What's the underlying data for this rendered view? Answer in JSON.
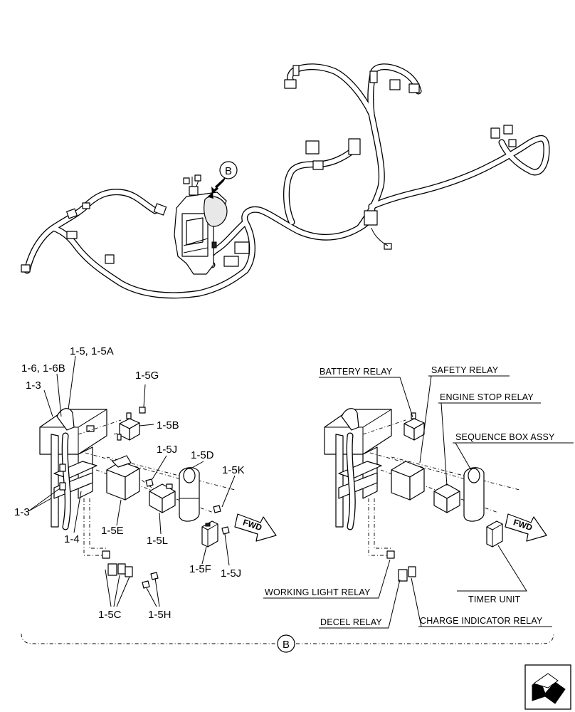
{
  "view_callout": "B",
  "direction_label": "FWD",
  "part_labels": {
    "p1_5_1_5A": "1-5, 1-5A",
    "p1_6_1_6B": "1-6, 1-6B",
    "p1_3_top": "1-3",
    "p1_5G": "1-5G",
    "p1_5B": "1-5B",
    "p1_5J_top": "1-5J",
    "p1_5D": "1-5D",
    "p1_5K": "1-5K",
    "p1_3_bottom": "1-3",
    "p1_4": "1-4",
    "p1_5E": "1-5E",
    "p1_5L": "1-5L",
    "p1_5F": "1-5F",
    "p1_5J_bottom": "1-5J",
    "p1_5C": "1-5C",
    "p1_5H": "1-5H"
  },
  "component_labels": {
    "battery_relay": "BATTERY RELAY",
    "safety_relay": "SAFETY RELAY",
    "engine_stop_relay": "ENGINE STOP RELAY",
    "sequence_box_assy": "SEQUENCE BOX ASSY",
    "working_light_relay": "WORKING LIGHT RELAY",
    "timer_unit": "TIMER UNIT",
    "decel_relay": "DECEL RELAY",
    "charge_indicator_relay": "CHARGE INDICATOR RELAY"
  },
  "icons": {
    "nav": "return-arrow-icon"
  }
}
